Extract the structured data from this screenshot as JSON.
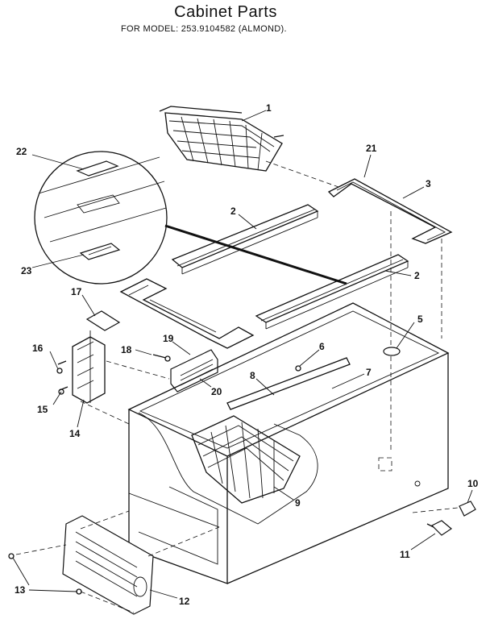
{
  "header": {
    "title": "Cabinet Parts",
    "subtitle": "FOR MODEL:  253.9104582  (ALMOND)."
  },
  "callouts": [
    {
      "id": "1",
      "label": "1"
    },
    {
      "id": "2a",
      "label": "2"
    },
    {
      "id": "2b",
      "label": "2"
    },
    {
      "id": "3",
      "label": "3"
    },
    {
      "id": "5",
      "label": "5"
    },
    {
      "id": "6",
      "label": "6"
    },
    {
      "id": "7",
      "label": "7"
    },
    {
      "id": "8",
      "label": "8"
    },
    {
      "id": "9",
      "label": "9"
    },
    {
      "id": "10",
      "label": "10"
    },
    {
      "id": "11",
      "label": "11"
    },
    {
      "id": "12",
      "label": "12"
    },
    {
      "id": "13",
      "label": "13"
    },
    {
      "id": "14",
      "label": "14"
    },
    {
      "id": "15",
      "label": "15"
    },
    {
      "id": "16",
      "label": "16"
    },
    {
      "id": "17",
      "label": "17"
    },
    {
      "id": "18",
      "label": "18"
    },
    {
      "id": "19",
      "label": "19"
    },
    {
      "id": "20",
      "label": "20"
    },
    {
      "id": "21",
      "label": "21"
    },
    {
      "id": "22",
      "label": "22"
    },
    {
      "id": "23",
      "label": "23"
    }
  ]
}
